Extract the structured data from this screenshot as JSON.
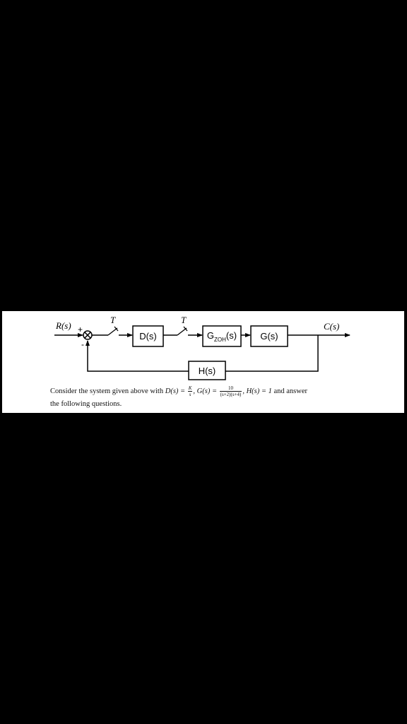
{
  "diagram": {
    "input_label": "R(s)",
    "output_label": "C(s)",
    "plus_sign": "+",
    "minus_sign": "-",
    "sampler_1_label": "T",
    "sampler_2_label": "T",
    "blocks": {
      "controller": "D(s)",
      "zoh_main": "G",
      "zoh_sub": "ZOH",
      "zoh_tail": "(s)",
      "plant": "G(s)",
      "feedback": "H(s)"
    }
  },
  "caption": {
    "intro": "Consider the system given above with ",
    "d_lhs": "D(s) = ",
    "d_num": "K",
    "d_den": "s",
    "g_lhs": ", G(s) = ",
    "g_num": "10",
    "g_den": "(s+2)(s+4)",
    "h_part": ", H(s) = 1",
    "outro": " and answer",
    "line2": "the following questions."
  }
}
